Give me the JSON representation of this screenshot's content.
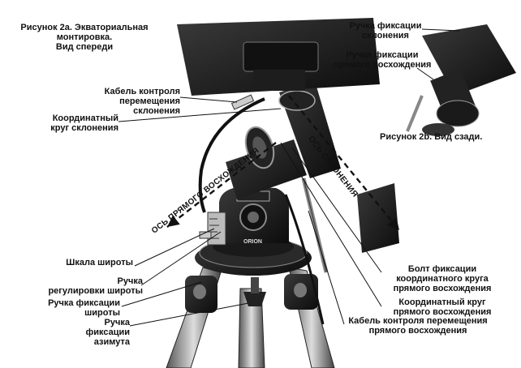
{
  "figure_front_caption": "Рисунок 2а. Экваториальная монтировка.\nВид спереди",
  "figure_back_caption": "Рисунок 2b. Вид сзади.",
  "callouts": {
    "dec_cable": "Кабель контроля\nперемещения\nсклонения",
    "dec_circle": "Координатный\nкруг склонения",
    "latitude_scale": "Шкала широты",
    "latitude_adjust_knob": "Ручка\nрегулировки широты",
    "latitude_lock_knob": "Ручка фиксации\nшироты",
    "azimuth_lock_knob": "Ручка\nфиксации\nазимута",
    "ra_circle_lock_bolt": "Болт фиксации\nкоординатного круга\nпрямого восхождения",
    "ra_circle": "Координатный круг\nпрямого восхождения",
    "ra_cable": "Кабель контроля перемещения\nпрямого восхождения",
    "dec_lock_knob": "Ручка фиксации\nсклонения",
    "ra_lock_knob": "Ручка фиксации\nпрямого восхождения"
  },
  "axes": {
    "ra_axis": "ОСЬ ПРЯМОГО ВОСХОЖДЕНИЯ",
    "dec_axis": "ОСЬ СКЛОНЕНИЯ"
  },
  "brand_mark": "ORION"
}
